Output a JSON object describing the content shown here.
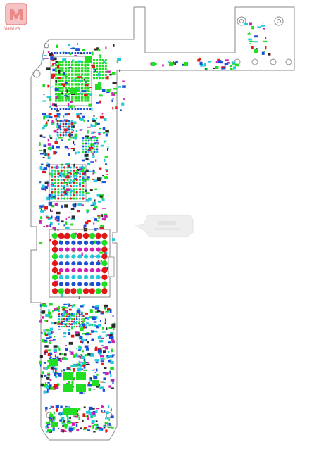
{
  "brand": {
    "name": "Marview",
    "logo_letter": "m",
    "logo_color": "#e98a8a"
  },
  "board": {
    "outline_color": "#8a8a8a",
    "background": "#ffffff",
    "component_colors": {
      "green": "#22dd22",
      "blue": "#1a4fd6",
      "cyan": "#22c9d9",
      "red": "#e01818",
      "magenta": "#d020b0",
      "yellow": "#e8d020",
      "dark": "#2a2a2a"
    },
    "bga_main_ball_colors": [
      "red",
      "green",
      "cyan",
      "blue",
      "magenta"
    ]
  },
  "watermark": {
    "color": "#e6e6e6"
  }
}
